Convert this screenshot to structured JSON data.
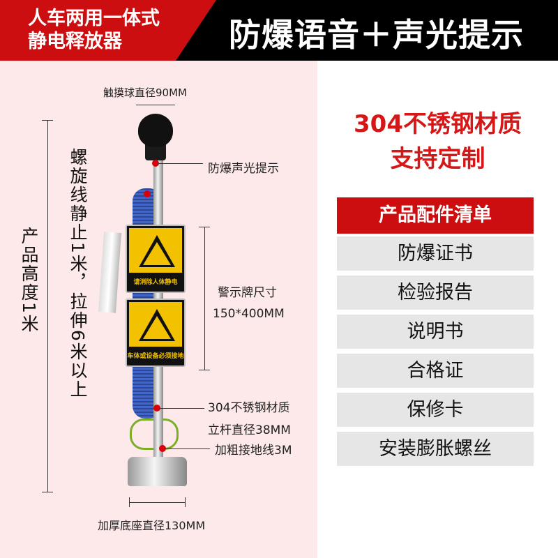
{
  "header": {
    "left_line1": "人车两用一体式",
    "left_line2": "静电释放器",
    "right": "防爆语音＋声光提示"
  },
  "product": {
    "ball_diameter": "触摸球直径90MM",
    "light_label": "防爆声光提示",
    "height": "产品高度1米",
    "coil_text": "螺旋线静止1米，拉伸6米以上",
    "sign_size_label": "警示牌尺寸",
    "sign_size": "150*400MM",
    "sign1_text": "请消除人体静电",
    "sign2_text": "车体或设备必须接地",
    "material": "304不锈钢材质",
    "pole_diameter": "立杆直径38MM",
    "ground_wire": "加粗接地线3M",
    "base_diameter": "加厚底座直径130MM"
  },
  "right": {
    "line1": "304不锈钢材质",
    "line2": "支持定制",
    "list_title": "产品配件清单",
    "items": [
      "防爆证书",
      "检验报告",
      "说明书",
      "合格证",
      "保修卡",
      "安装膨胀螺丝"
    ]
  },
  "colors": {
    "red": "#cc0e10",
    "black": "#000000",
    "pink_bg": "#fde9e9",
    "row_grey": "#e6e6e6",
    "sign_yellow": "#f2c200"
  }
}
